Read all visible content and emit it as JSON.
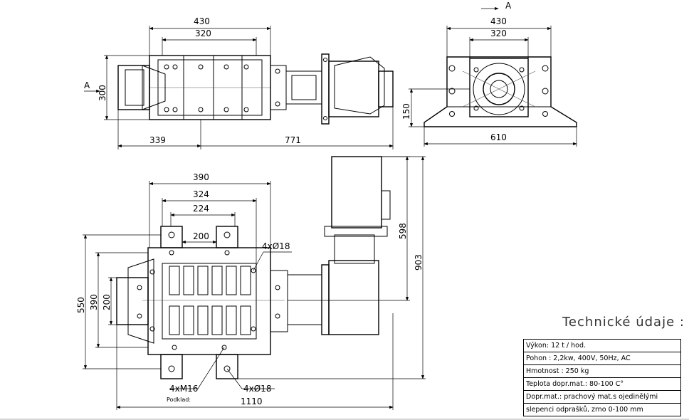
{
  "top_view": {
    "dims": [
      "430",
      "320",
      "300",
      "339",
      "771"
    ],
    "section_label": "A"
  },
  "side_view": {
    "dims": [
      "430",
      "320",
      "150",
      "610"
    ],
    "section_label": "A"
  },
  "plan_view": {
    "dims": [
      "390",
      "324",
      "224",
      "200",
      "550",
      "390",
      "200",
      "598",
      "903",
      "1110"
    ],
    "callouts": [
      "4xØ18",
      "4xM16",
      "4xØ18"
    ],
    "podklad": "Podklad:"
  },
  "tech": {
    "title": "Technické údaje :",
    "rows": [
      "Výkon: 12 t / hod.",
      "Pohon : 2,2kw, 400V, 50Hz, AC",
      "Hmotnost : 250 kg",
      "Teplota dopr.mat.: 80-100 C°",
      "Dopr.mat.: prachový mat.s ojedinělými",
      "slepenci odprašků, zrno 0-100 mm"
    ]
  }
}
